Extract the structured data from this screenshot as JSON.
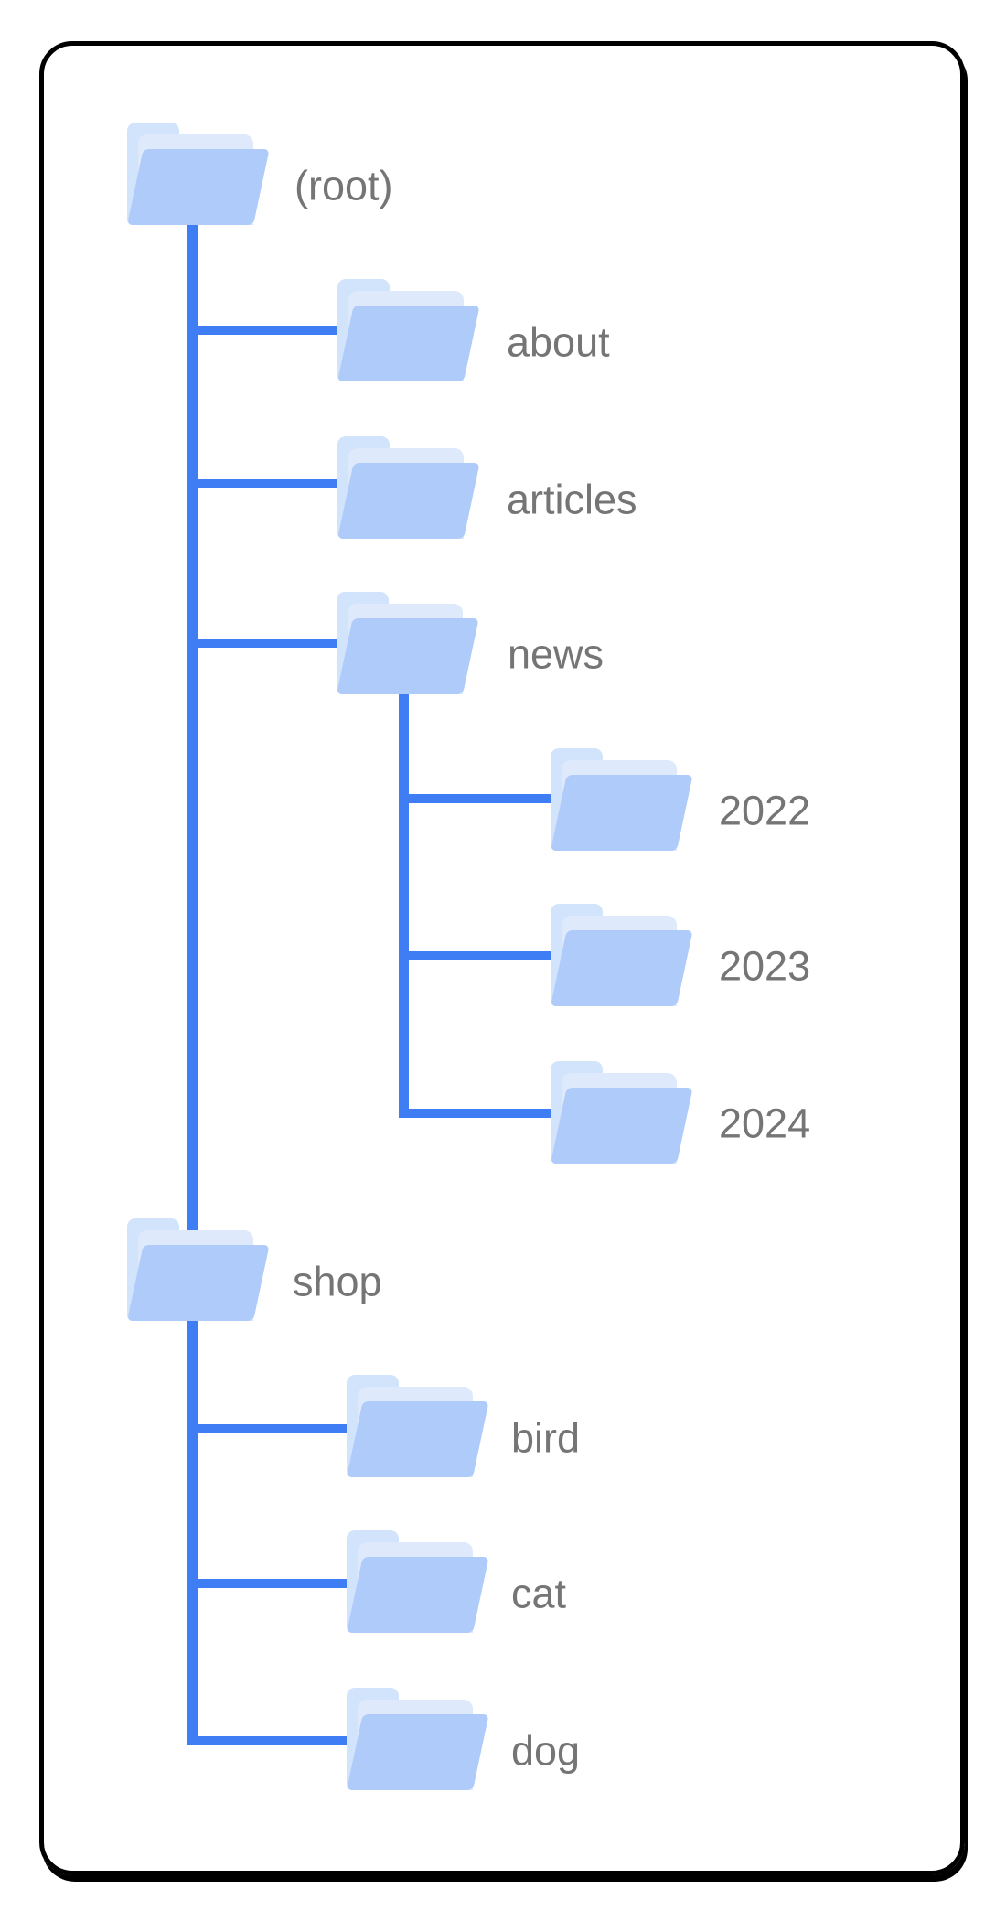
{
  "colors": {
    "connector": "#3f7df4",
    "folder_front": "#aecbfa",
    "folder_back": "#d2e3fc",
    "folder_flap": "#dfe9fc",
    "label_text": "#757575",
    "card_border": "#000000",
    "background": "#ffffff"
  },
  "tree": {
    "label": "(root)",
    "children": [
      {
        "label": "about",
        "children": []
      },
      {
        "label": "articles",
        "children": []
      },
      {
        "label": "news",
        "children": [
          {
            "label": "2022"
          },
          {
            "label": "2023"
          },
          {
            "label": "2024"
          }
        ]
      },
      {
        "label": "shop",
        "children": [
          {
            "label": "bird"
          },
          {
            "label": "cat"
          },
          {
            "label": "dog"
          }
        ]
      }
    ]
  }
}
